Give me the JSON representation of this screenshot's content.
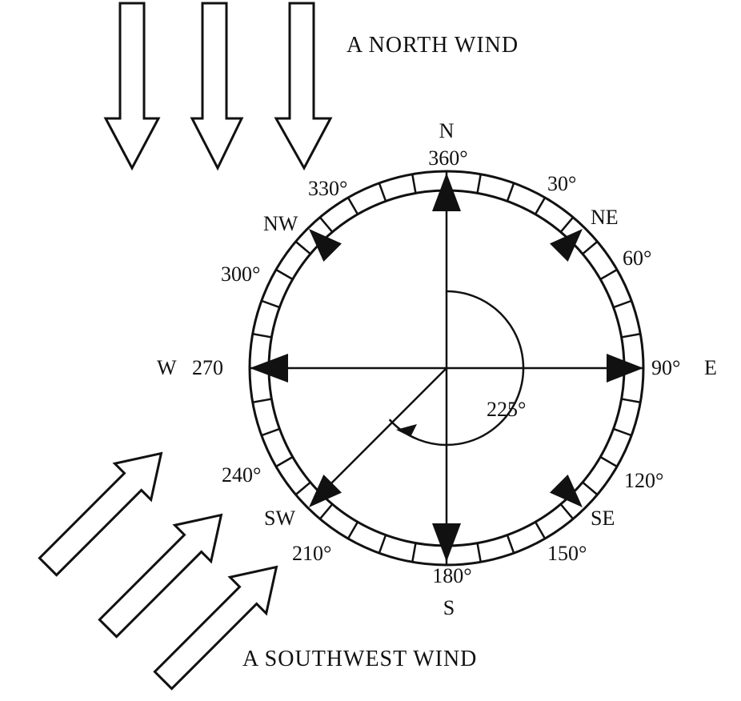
{
  "captions": {
    "north_wind": "A NORTH WIND",
    "southwest_wind": "A SOUTHWEST WIND"
  },
  "compass": {
    "cardinals": {
      "n": "N",
      "e": "E",
      "s": "S",
      "w": "W"
    },
    "intercardinals": {
      "ne": "NE",
      "se": "SE",
      "sw": "SW",
      "nw": "NW"
    },
    "degrees": {
      "d360": "360°",
      "d30": "30°",
      "d60": "60°",
      "d90": "90°",
      "d120": "120°",
      "d150": "150°",
      "d180": "180°",
      "d210": "210°",
      "d240": "240°",
      "d270": "270",
      "d300": "300°",
      "d330": "330°"
    },
    "bearing_label": "225°",
    "bearing_value": 225,
    "tick_count": 36
  },
  "colors": {
    "ink": "#111111",
    "paper": "#ffffff"
  }
}
